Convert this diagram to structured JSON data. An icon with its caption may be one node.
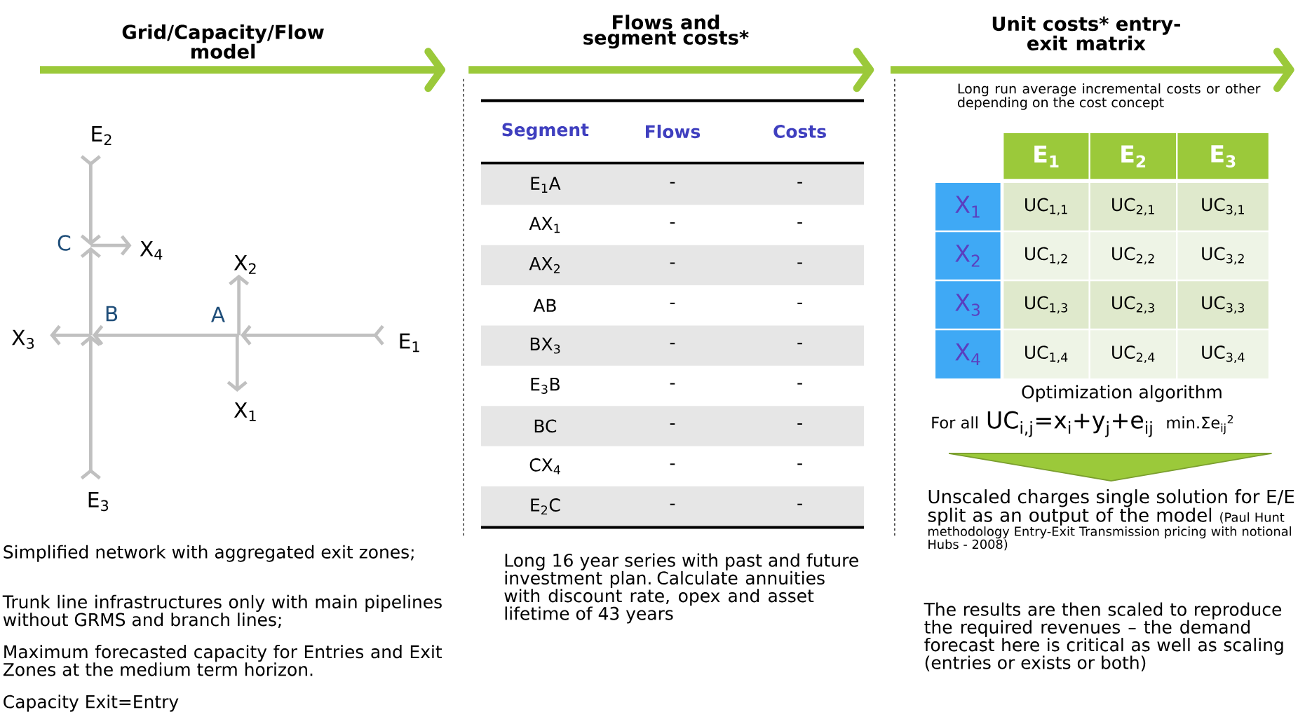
{
  "diagram": {
    "nodes": [
      {
        "text": [
          "Grid/Capacity/Flow model"
        ]
      },
      {
        "text": [
          "Flows and segment costs*"
        ]
      },
      {
        "text": [
          "Unit costs* entry-exit matrix"
        ]
      },
      {
        "text": [
          "E$_{2}$"
        ]
      },
      {
        "text": [
          "C"
        ]
      },
      {
        "text": [
          "X$_{4}$"
        ]
      },
      {
        "text": [
          "X$_{2}$"
        ]
      },
      {
        "text": [
          "B"
        ]
      },
      {
        "text": [
          "A"
        ]
      },
      {
        "text": [
          "X$_{3}$"
        ]
      },
      {
        "text": [
          "E$_{1}$"
        ]
      },
      {
        "text": [
          "X$_{1}$"
        ]
      },
      {
        "text": [
          "E$_{3}$"
        ]
      },
      {
        "text": [],
        "shape": "triangle"
      }
    ],
    "edges": [
      {
        "from": 10,
        "to": 8,
        "arrow": "to"
      },
      {
        "from": 8,
        "to": 6,
        "arrow": "to"
      },
      {
        "from": 8,
        "to": 11,
        "arrow": "to"
      },
      {
        "from": 8,
        "to": 7,
        "arrow": "to"
      },
      {
        "from": 7,
        "to": 9,
        "arrow": "to"
      },
      {
        "from": 12,
        "to": 7,
        "arrow": "to"
      },
      {
        "from": 7,
        "to": 4,
        "arrow": "to"
      },
      {
        "from": 4,
        "to": 5,
        "arrow": "to"
      },
      {
        "from": 3,
        "to": 4,
        "arrow": "to"
      }
    ],
    "labels": [
      "Simplified network with aggregated exit zones;",
      "Trunk line infrastructures only with main pipelines without GRMS and branch lines;",
      "Maximum forecasted capacity  for Entries and Exit Zones at the medium term horizon.",
      "Capacity Exit=Entry",
      "Segment",
      "Flows",
      "Costs",
      "E$_{1}$A",
      "-",
      "-",
      "AX$_{1}$",
      "-",
      "-",
      "AX$_{2}$",
      "-",
      "-",
      "AB",
      "-",
      "-",
      "BX$_{3}$",
      "-",
      "-",
      "E$_{3}$B",
      "-",
      "-",
      "BC",
      "-",
      "-",
      "CX$_{4}$",
      "-",
      "-",
      "E$_{2}$C",
      "-",
      "-",
      "Long 16 year series with past and future investment plan. Calculate annuities with discount rate, opex and asset lifetime of 43 years",
      "Long run average incremental costs or other depending on the cost concept",
      "E$_{1}$",
      "E$_{2}$",
      "E$_{3}$",
      "X$_{1}$",
      "UC$_{1,1}$",
      "UC$_{2,1}$",
      "UC$_{3,1}$",
      "X$_{2}$",
      "UC$_{1,2}$",
      "UC$_{2,2}$",
      "UC$_{3,2}$",
      "X$_{3}$",
      "UC$_{1,3}$",
      "UC$_{2,3}$",
      "UC$_{3,3}$",
      "X$_{4}$",
      "UC$_{1,4}$",
      "UC$_{2,4}$",
      "UC$_{3,4}$",
      "Optimization algorithm",
      "For all",
      "UC$_{i,j}$=x$_{i}$+y$_{j}$+e$_{ij}$",
      "min.Σe$_{ij}$$^{2}$",
      "Unscaled charges single solution for E/E split  as an output of the model",
      "(Paul Hunt  methodology  Entry-Exit Transmission pricing with notional Hubs - 2008)",
      "The results are then scaled to reproduce the required revenues – the demand forecast here is critical as well as scaling (entries or exists or both)"
    ]
  }
}
